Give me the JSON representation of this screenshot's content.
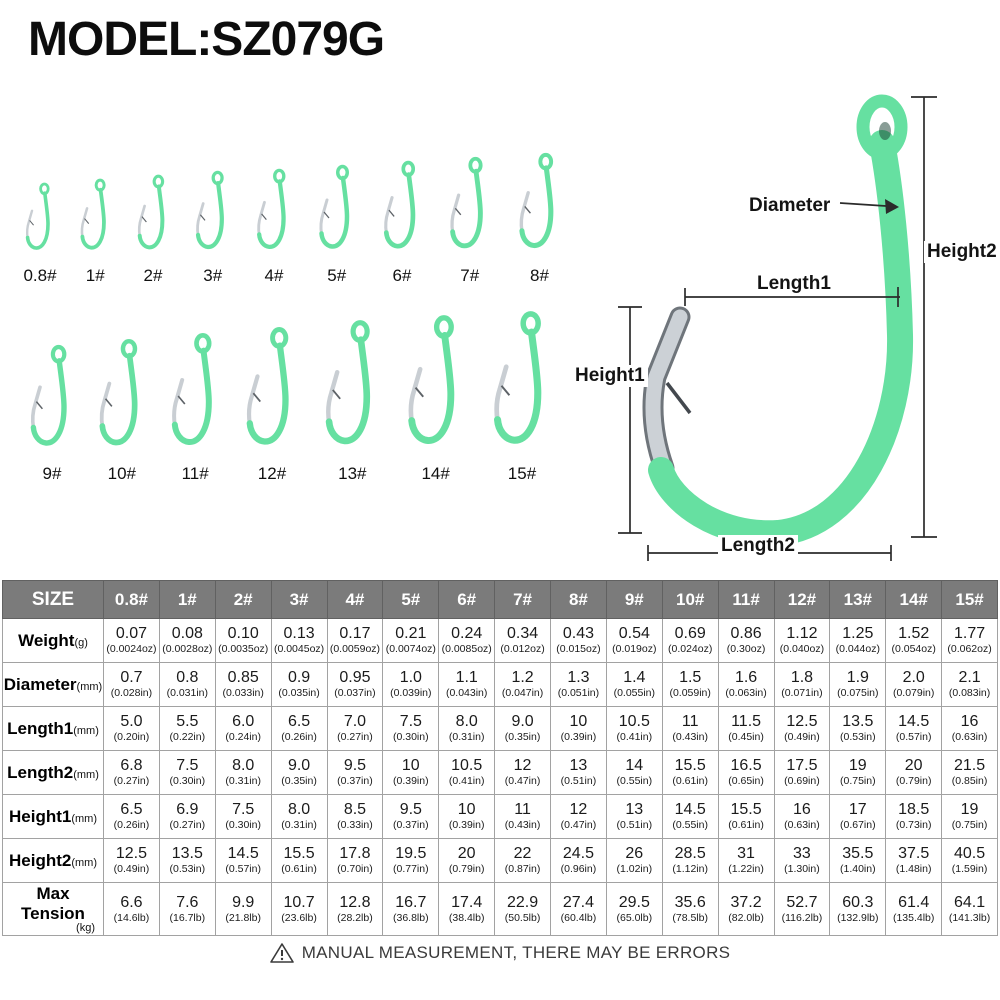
{
  "title": "MODEL:SZ079G",
  "colors": {
    "hook_green": "#66e0a1",
    "hook_chrome": "#c9ced3",
    "header_gray": "#7b7b7b"
  },
  "hooks": {
    "rows": [
      {
        "items": [
          {
            "label": "0.8#",
            "height": 72
          },
          {
            "label": "1#",
            "height": 76
          },
          {
            "label": "2#",
            "height": 80
          },
          {
            "label": "3#",
            "height": 84
          },
          {
            "label": "4#",
            "height": 86
          },
          {
            "label": "5#",
            "height": 90
          },
          {
            "label": "6#",
            "height": 94
          },
          {
            "label": "7#",
            "height": 98
          },
          {
            "label": "8#",
            "height": 102
          }
        ]
      },
      {
        "items": [
          {
            "label": "9#",
            "height": 108
          },
          {
            "label": "10#",
            "height": 114
          },
          {
            "label": "11#",
            "height": 120
          },
          {
            "label": "12#",
            "height": 126
          },
          {
            "label": "13#",
            "height": 133
          },
          {
            "label": "14#",
            "height": 138
          },
          {
            "label": "15#",
            "height": 142
          }
        ]
      }
    ]
  },
  "diagram": {
    "diameter_label": "Diameter",
    "height2_label": "Height2",
    "length1_label": "Length1",
    "height1_label": "Height1",
    "length2_label": "Length2"
  },
  "table": {
    "size_header": "SIZE",
    "sizes": [
      "0.8#",
      "1#",
      "2#",
      "3#",
      "4#",
      "5#",
      "6#",
      "7#",
      "8#",
      "9#",
      "10#",
      "11#",
      "12#",
      "13#",
      "14#",
      "15#"
    ],
    "rows": [
      {
        "label": "Weight",
        "unit": "(g)",
        "unit_below": false,
        "cells": [
          [
            "0.07",
            "(0.0024oz)"
          ],
          [
            "0.08",
            "(0.0028oz)"
          ],
          [
            "0.10",
            "(0.0035oz)"
          ],
          [
            "0.13",
            "(0.0045oz)"
          ],
          [
            "0.17",
            "(0.0059oz)"
          ],
          [
            "0.21",
            "(0.0074oz)"
          ],
          [
            "0.24",
            "(0.0085oz)"
          ],
          [
            "0.34",
            "(0.012oz)"
          ],
          [
            "0.43",
            "(0.015oz)"
          ],
          [
            "0.54",
            "(0.019oz)"
          ],
          [
            "0.69",
            "(0.024oz)"
          ],
          [
            "0.86",
            "(0.30oz)"
          ],
          [
            "1.12",
            "(0.040oz)"
          ],
          [
            "1.25",
            "(0.044oz)"
          ],
          [
            "1.52",
            "(0.054oz)"
          ],
          [
            "1.77",
            "(0.062oz)"
          ]
        ]
      },
      {
        "label": "Diameter",
        "unit": "(mm)",
        "unit_below": false,
        "cells": [
          [
            "0.7",
            "(0.028in)"
          ],
          [
            "0.8",
            "(0.031in)"
          ],
          [
            "0.85",
            "(0.033in)"
          ],
          [
            "0.9",
            "(0.035in)"
          ],
          [
            "0.95",
            "(0.037in)"
          ],
          [
            "1.0",
            "(0.039in)"
          ],
          [
            "1.1",
            "(0.043in)"
          ],
          [
            "1.2",
            "(0.047in)"
          ],
          [
            "1.3",
            "(0.051in)"
          ],
          [
            "1.4",
            "(0.055in)"
          ],
          [
            "1.5",
            "(0.059in)"
          ],
          [
            "1.6",
            "(0.063in)"
          ],
          [
            "1.8",
            "(0.071in)"
          ],
          [
            "1.9",
            "(0.075in)"
          ],
          [
            "2.0",
            "(0.079in)"
          ],
          [
            "2.1",
            "(0.083in)"
          ]
        ]
      },
      {
        "label": "Length1",
        "unit": "(mm)",
        "unit_below": false,
        "cells": [
          [
            "5.0",
            "(0.20in)"
          ],
          [
            "5.5",
            "(0.22in)"
          ],
          [
            "6.0",
            "(0.24in)"
          ],
          [
            "6.5",
            "(0.26in)"
          ],
          [
            "7.0",
            "(0.27in)"
          ],
          [
            "7.5",
            "(0.30in)"
          ],
          [
            "8.0",
            "(0.31in)"
          ],
          [
            "9.0",
            "(0.35in)"
          ],
          [
            "10",
            "(0.39in)"
          ],
          [
            "10.5",
            "(0.41in)"
          ],
          [
            "11",
            "(0.43in)"
          ],
          [
            "11.5",
            "(0.45in)"
          ],
          [
            "12.5",
            "(0.49in)"
          ],
          [
            "13.5",
            "(0.53in)"
          ],
          [
            "14.5",
            "(0.57in)"
          ],
          [
            "16",
            "(0.63in)"
          ]
        ]
      },
      {
        "label": "Length2",
        "unit": "(mm)",
        "unit_below": false,
        "cells": [
          [
            "6.8",
            "(0.27in)"
          ],
          [
            "7.5",
            "(0.30in)"
          ],
          [
            "8.0",
            "(0.31in)"
          ],
          [
            "9.0",
            "(0.35in)"
          ],
          [
            "9.5",
            "(0.37in)"
          ],
          [
            "10",
            "(0.39in)"
          ],
          [
            "10.5",
            "(0.41in)"
          ],
          [
            "12",
            "(0.47in)"
          ],
          [
            "13",
            "(0.51in)"
          ],
          [
            "14",
            "(0.55in)"
          ],
          [
            "15.5",
            "(0.61in)"
          ],
          [
            "16.5",
            "(0.65in)"
          ],
          [
            "17.5",
            "(0.69in)"
          ],
          [
            "19",
            "(0.75in)"
          ],
          [
            "20",
            "(0.79in)"
          ],
          [
            "21.5",
            "(0.85in)"
          ]
        ]
      },
      {
        "label": "Height1",
        "unit": "(mm)",
        "unit_below": false,
        "cells": [
          [
            "6.5",
            "(0.26in)"
          ],
          [
            "6.9",
            "(0.27in)"
          ],
          [
            "7.5",
            "(0.30in)"
          ],
          [
            "8.0",
            "(0.31in)"
          ],
          [
            "8.5",
            "(0.33in)"
          ],
          [
            "9.5",
            "(0.37in)"
          ],
          [
            "10",
            "(0.39in)"
          ],
          [
            "11",
            "(0.43in)"
          ],
          [
            "12",
            "(0.47in)"
          ],
          [
            "13",
            "(0.51in)"
          ],
          [
            "14.5",
            "(0.55in)"
          ],
          [
            "15.5",
            "(0.61in)"
          ],
          [
            "16",
            "(0.63in)"
          ],
          [
            "17",
            "(0.67in)"
          ],
          [
            "18.5",
            "(0.73in)"
          ],
          [
            "19",
            "(0.75in)"
          ]
        ]
      },
      {
        "label": "Height2",
        "unit": "(mm)",
        "unit_below": false,
        "cells": [
          [
            "12.5",
            "(0.49in)"
          ],
          [
            "13.5",
            "(0.53in)"
          ],
          [
            "14.5",
            "(0.57in)"
          ],
          [
            "15.5",
            "(0.61in)"
          ],
          [
            "17.8",
            "(0.70in)"
          ],
          [
            "19.5",
            "(0.77in)"
          ],
          [
            "20",
            "(0.79in)"
          ],
          [
            "22",
            "(0.87in)"
          ],
          [
            "24.5",
            "(0.96in)"
          ],
          [
            "26",
            "(1.02in)"
          ],
          [
            "28.5",
            "(1.12in)"
          ],
          [
            "31",
            "(1.22in)"
          ],
          [
            "33",
            "(1.30in)"
          ],
          [
            "35.5",
            "(1.40in)"
          ],
          [
            "37.5",
            "(1.48in)"
          ],
          [
            "40.5",
            "(1.59in)"
          ]
        ]
      },
      {
        "label": "Max Tension",
        "unit": "(kg)",
        "unit_below": true,
        "cells": [
          [
            "6.6",
            "(14.6lb)"
          ],
          [
            "7.6",
            "(16.7lb)"
          ],
          [
            "9.9",
            "(21.8lb)"
          ],
          [
            "10.7",
            "(23.6lb)"
          ],
          [
            "12.8",
            "(28.2lb)"
          ],
          [
            "16.7",
            "(36.8lb)"
          ],
          [
            "17.4",
            "(38.4lb)"
          ],
          [
            "22.9",
            "(50.5lb)"
          ],
          [
            "27.4",
            "(60.4lb)"
          ],
          [
            "29.5",
            "(65.0lb)"
          ],
          [
            "35.6",
            "(78.5lb)"
          ],
          [
            "37.2",
            "(82.0lb)"
          ],
          [
            "52.7",
            "(116.2lb)"
          ],
          [
            "60.3",
            "(132.9lb)"
          ],
          [
            "61.4",
            "(135.4lb)"
          ],
          [
            "64.1",
            "(141.3lb)"
          ]
        ]
      }
    ]
  },
  "footer": {
    "warning_text": "MANUAL MEASUREMENT, THERE MAY BE ERRORS"
  }
}
